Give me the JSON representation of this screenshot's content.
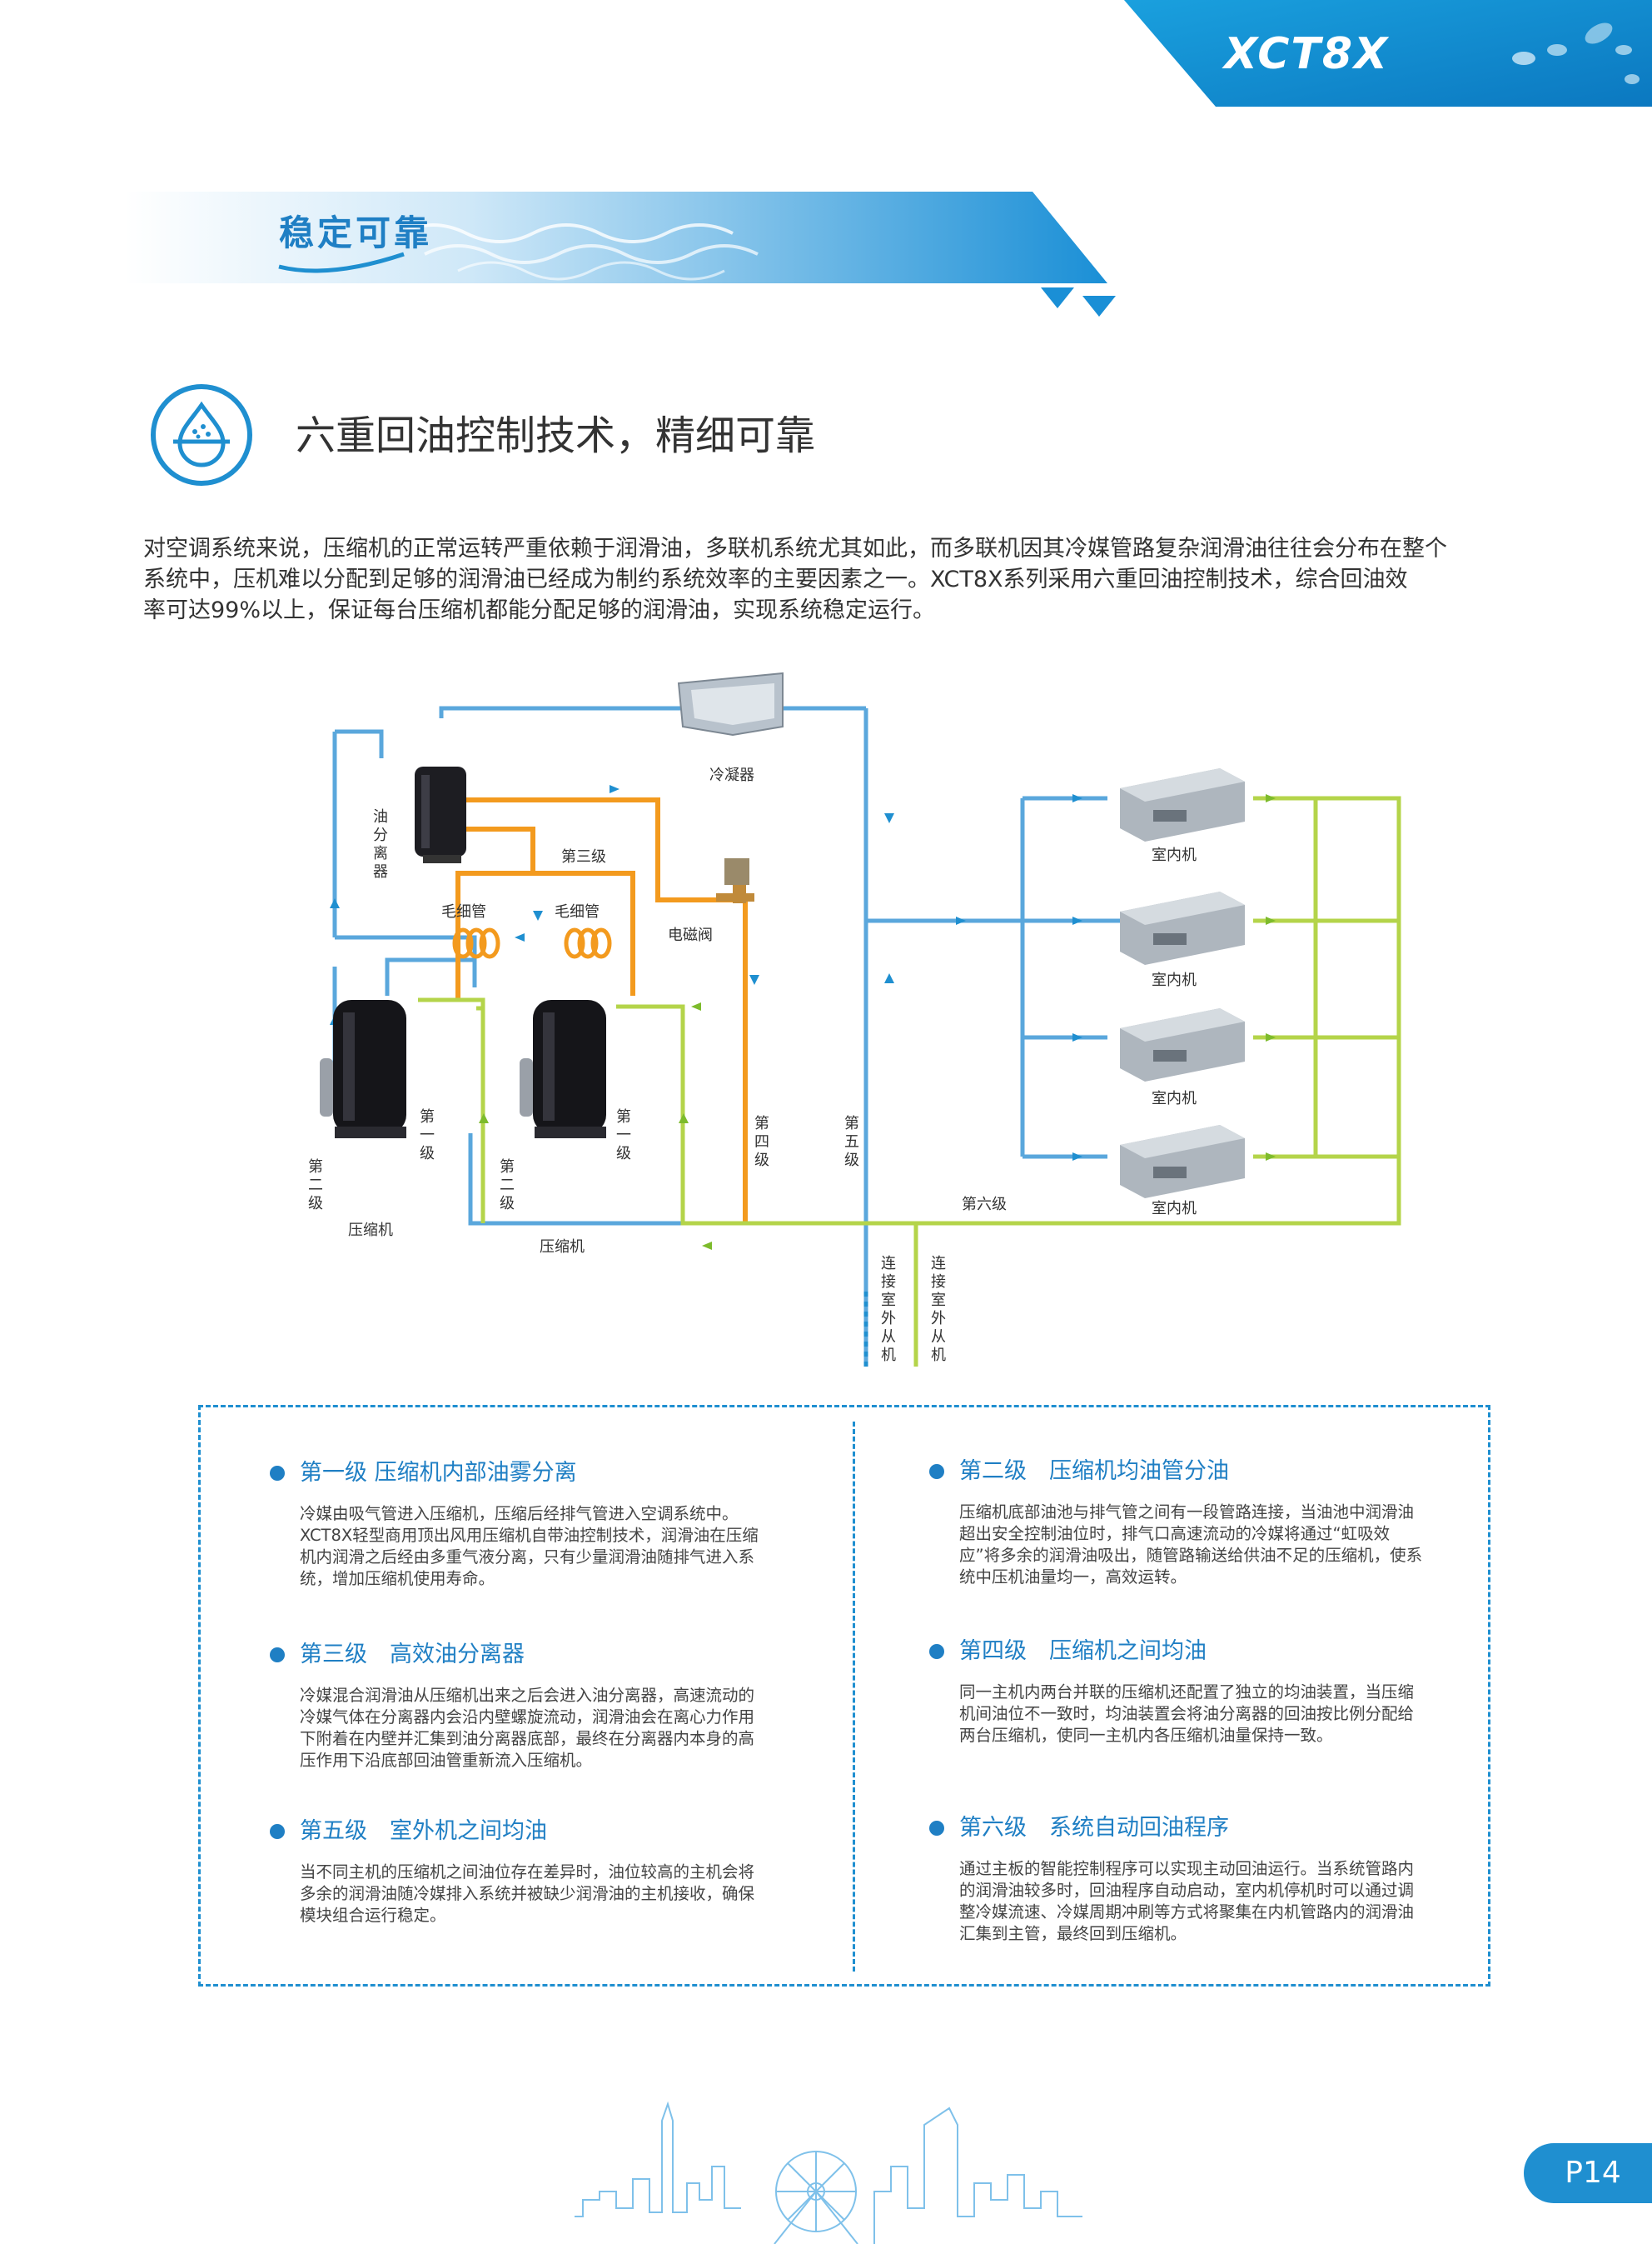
{
  "brand": {
    "logo_text": "XCT8X"
  },
  "banner": {
    "title": "稳定可靠"
  },
  "heading": {
    "title": "六重回油控制技术，精细可靠"
  },
  "intro": {
    "lines": [
      "对空调系统来说，压缩机的正常运转严重依赖于润滑油，多联机系统尤其如此，而多联机因其冷媒管路复杂润滑油往往会分布在整个",
      "系统中，压机难以分配到足够的润滑油已经成为制约系统效率的主要因素之一。XCT8X系列采用六重回油控制技术，综合回油效",
      "率可达99%以上，保证每台压缩机都能分配足够的润滑油，实现系统稳定运行。"
    ]
  },
  "diagram": {
    "condenser": "冷凝器",
    "oil_separator": "油分离器",
    "level3": "第三级",
    "capillary_1": "毛细管",
    "capillary_2": "毛细管",
    "solenoid_valve": "电磁阀",
    "level1_a": "第一级",
    "level2_a": "第二级",
    "level1_b": "第一级",
    "level2_b": "第二级",
    "level4": "第四级",
    "level5": "第五级",
    "level6": "第六级",
    "compressor_1": "压缩机",
    "compressor_2": "压缩机",
    "indoor_units": [
      "室内机",
      "室内机",
      "室内机",
      "室内机"
    ],
    "connect_1": "连接室外从机",
    "connect_2": "连接室外从机"
  },
  "cards": [
    {
      "title": "第一级 压缩机内部油雾分离",
      "body": "冷媒由吸气管进入压缩机，压缩后经排气管进入空调系统中。XCT8X轻型商用顶出风用压缩机自带油控制技术，润滑油在压缩机内润滑之后经由多重气液分离，只有少量润滑油随排气进入系统，增加压缩机使用寿命。"
    },
    {
      "title": "第二级　压缩机均油管分油",
      "body": "压缩机底部油池与排气管之间有一段管路连接，当油池中润滑油超出安全控制油位时，排气口高速流动的冷媒将通过“虹吸效应”将多余的润滑油吸出，随管路输送给供油不足的压缩机，使系统中压机油量均一，高效运转。"
    },
    {
      "title": "第三级　高效油分离器",
      "body": "冷媒混合润滑油从压缩机出来之后会进入油分离器，高速流动的冷媒气体在分离器内会沿内壁螺旋流动，润滑油会在离心力作用下附着在内壁并汇集到油分离器底部，最终在分离器内本身的高压作用下沿底部回油管重新流入压缩机。"
    },
    {
      "title": "第四级　压缩机之间均油",
      "body": "同一主机内两台并联的压缩机还配置了独立的均油装置，当压缩机间油位不一致时，均油装置会将油分离器的回油按比例分配给两台压缩机，使同一主机内各压缩机油量保持一致。"
    },
    {
      "title": "第五级　室外机之间均油",
      "body": "当不同主机的压缩机之间油位存在差异时，油位较高的主机会将多余的润滑油随冷媒排入系统并被缺少润滑油的主机接收，确保模块组合运行稳定。"
    },
    {
      "title": "第六级　系统自动回油程序",
      "body": "通过主板的智能控制程序可以实现主动回油运行。当系统管路内的润滑油较多时，回油程序自动启动，室内机停机时可以通过调整冷媒流速、冷媒周期冲刷等方式将聚集在内机管路内的润滑油汇集到主管，最终回到压缩机。"
    }
  ],
  "footer": {
    "page": "P14"
  },
  "colors": {
    "blue": "#1f8fd0",
    "orange": "#f39a1e",
    "green": "#b4d44a"
  }
}
